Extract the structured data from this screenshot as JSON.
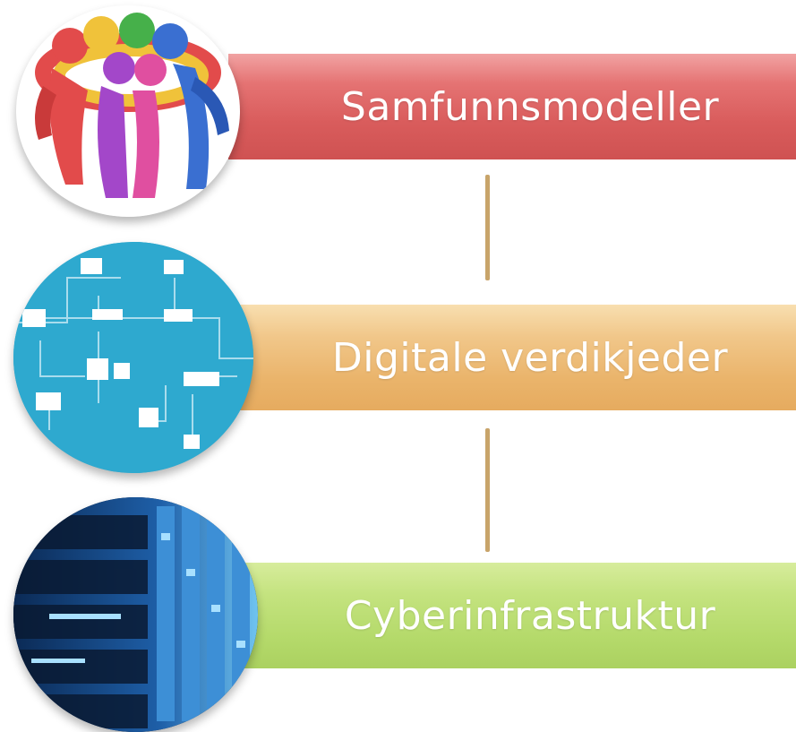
{
  "diagram": {
    "levels": [
      {
        "label": "Samfunnsmodeller",
        "color": "#d95c5c",
        "image_icon": "people-circle-icon"
      },
      {
        "label": "Digitale verdikjeder",
        "color": "#eab46b",
        "image_icon": "digital-network-icon"
      },
      {
        "label": "Cyberinfrastruktur",
        "color": "#b5da6b",
        "image_icon": "server-rack-icon"
      }
    ]
  }
}
